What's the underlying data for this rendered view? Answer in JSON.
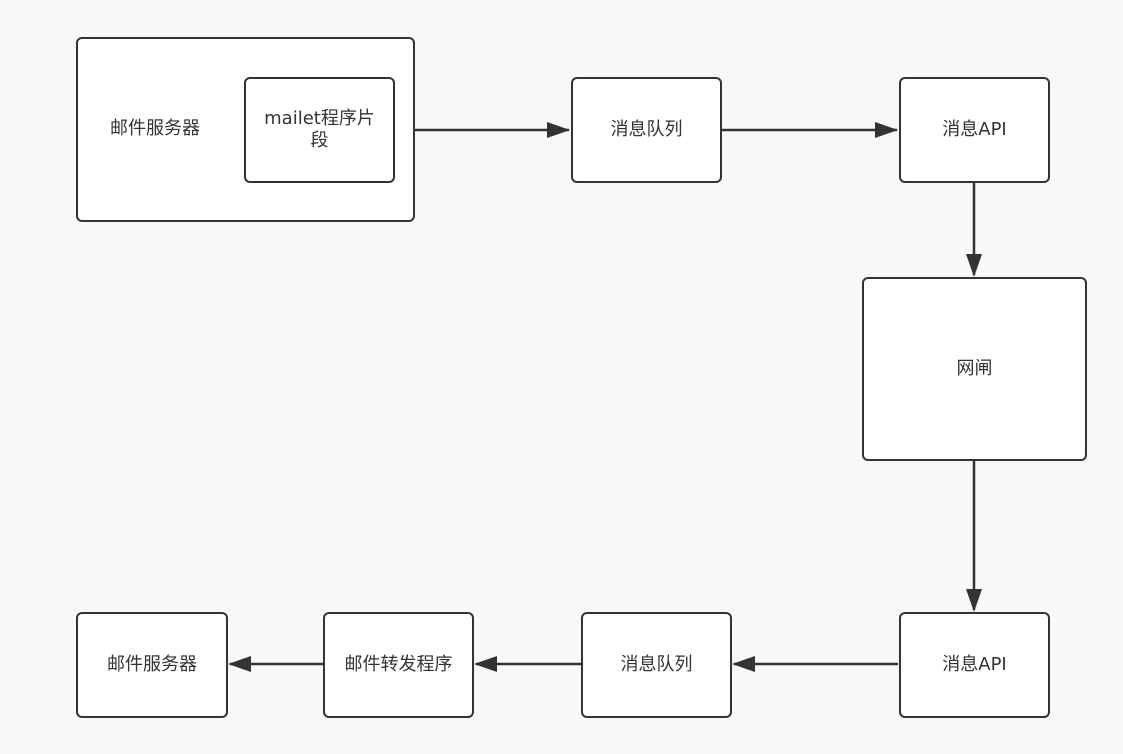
{
  "nodes": {
    "mail_server_top": "邮件服务器",
    "mailet": "mailet程序片段",
    "queue_top": "消息队列",
    "api_top": "消息API",
    "gateway": "网闸",
    "api_bottom": "消息API",
    "queue_bottom": "消息队列",
    "forwarder": "邮件转发程序",
    "mail_server_bottom": "邮件服务器"
  },
  "edges": [
    {
      "from": "mailet",
      "to": "queue_top"
    },
    {
      "from": "queue_top",
      "to": "api_top"
    },
    {
      "from": "api_top",
      "to": "gateway"
    },
    {
      "from": "gateway",
      "to": "api_bottom"
    },
    {
      "from": "api_bottom",
      "to": "queue_bottom"
    },
    {
      "from": "queue_bottom",
      "to": "forwarder"
    },
    {
      "from": "forwarder",
      "to": "mail_server_bottom"
    }
  ],
  "colors": {
    "background": "#f8f8f8",
    "node_fill": "#ffffff",
    "stroke": "#333333"
  }
}
